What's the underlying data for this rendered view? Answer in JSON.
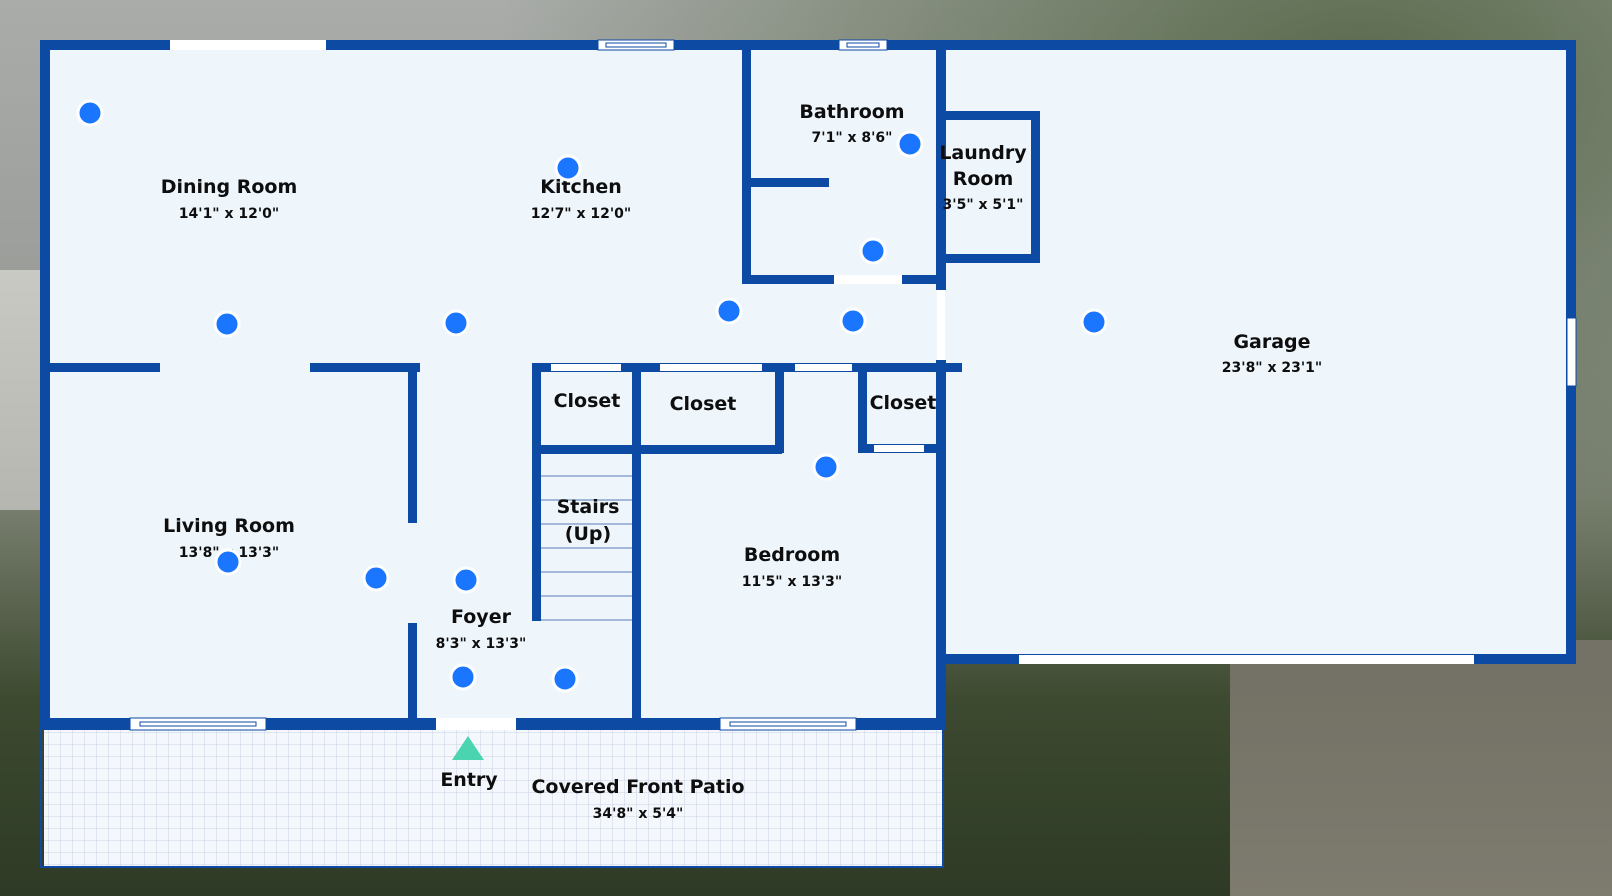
{
  "plan": {
    "wall_color": "#0d4aa3",
    "floor_color": "#eef6fc",
    "marker_color": "#1a75ff",
    "entry_color": "#4ad4b0",
    "rooms": {
      "dining": {
        "name": "Dining Room",
        "dims": "14'1\" x 12'0\""
      },
      "kitchen": {
        "name": "Kitchen",
        "dims": "12'7\" x 12'0\""
      },
      "bathroom": {
        "name": "Bathroom",
        "dims": "7'1\" x 8'6\""
      },
      "laundry": {
        "name_line1": "Laundry",
        "name_line2": "Room",
        "dims": "3'5\" x 5'1\""
      },
      "garage": {
        "name": "Garage",
        "dims": "23'8\" x 23'1\""
      },
      "living": {
        "name": "Living Room",
        "dims": "13'8\" x 13'3\""
      },
      "foyer": {
        "name": "Foyer",
        "dims": "8'3\" x 13'3\""
      },
      "bedroom": {
        "name": "Bedroom",
        "dims": "11'5\" x 13'3\""
      },
      "stairs": {
        "name_line1": "Stairs",
        "name_line2": "(Up)"
      },
      "closet1": {
        "name": "Closet"
      },
      "closet2": {
        "name": "Closet"
      },
      "closet3": {
        "name": "Closet"
      },
      "patio": {
        "name": "Covered Front Patio",
        "dims": "34'8\" x 5'4\""
      }
    },
    "entry_label": "Entry"
  }
}
